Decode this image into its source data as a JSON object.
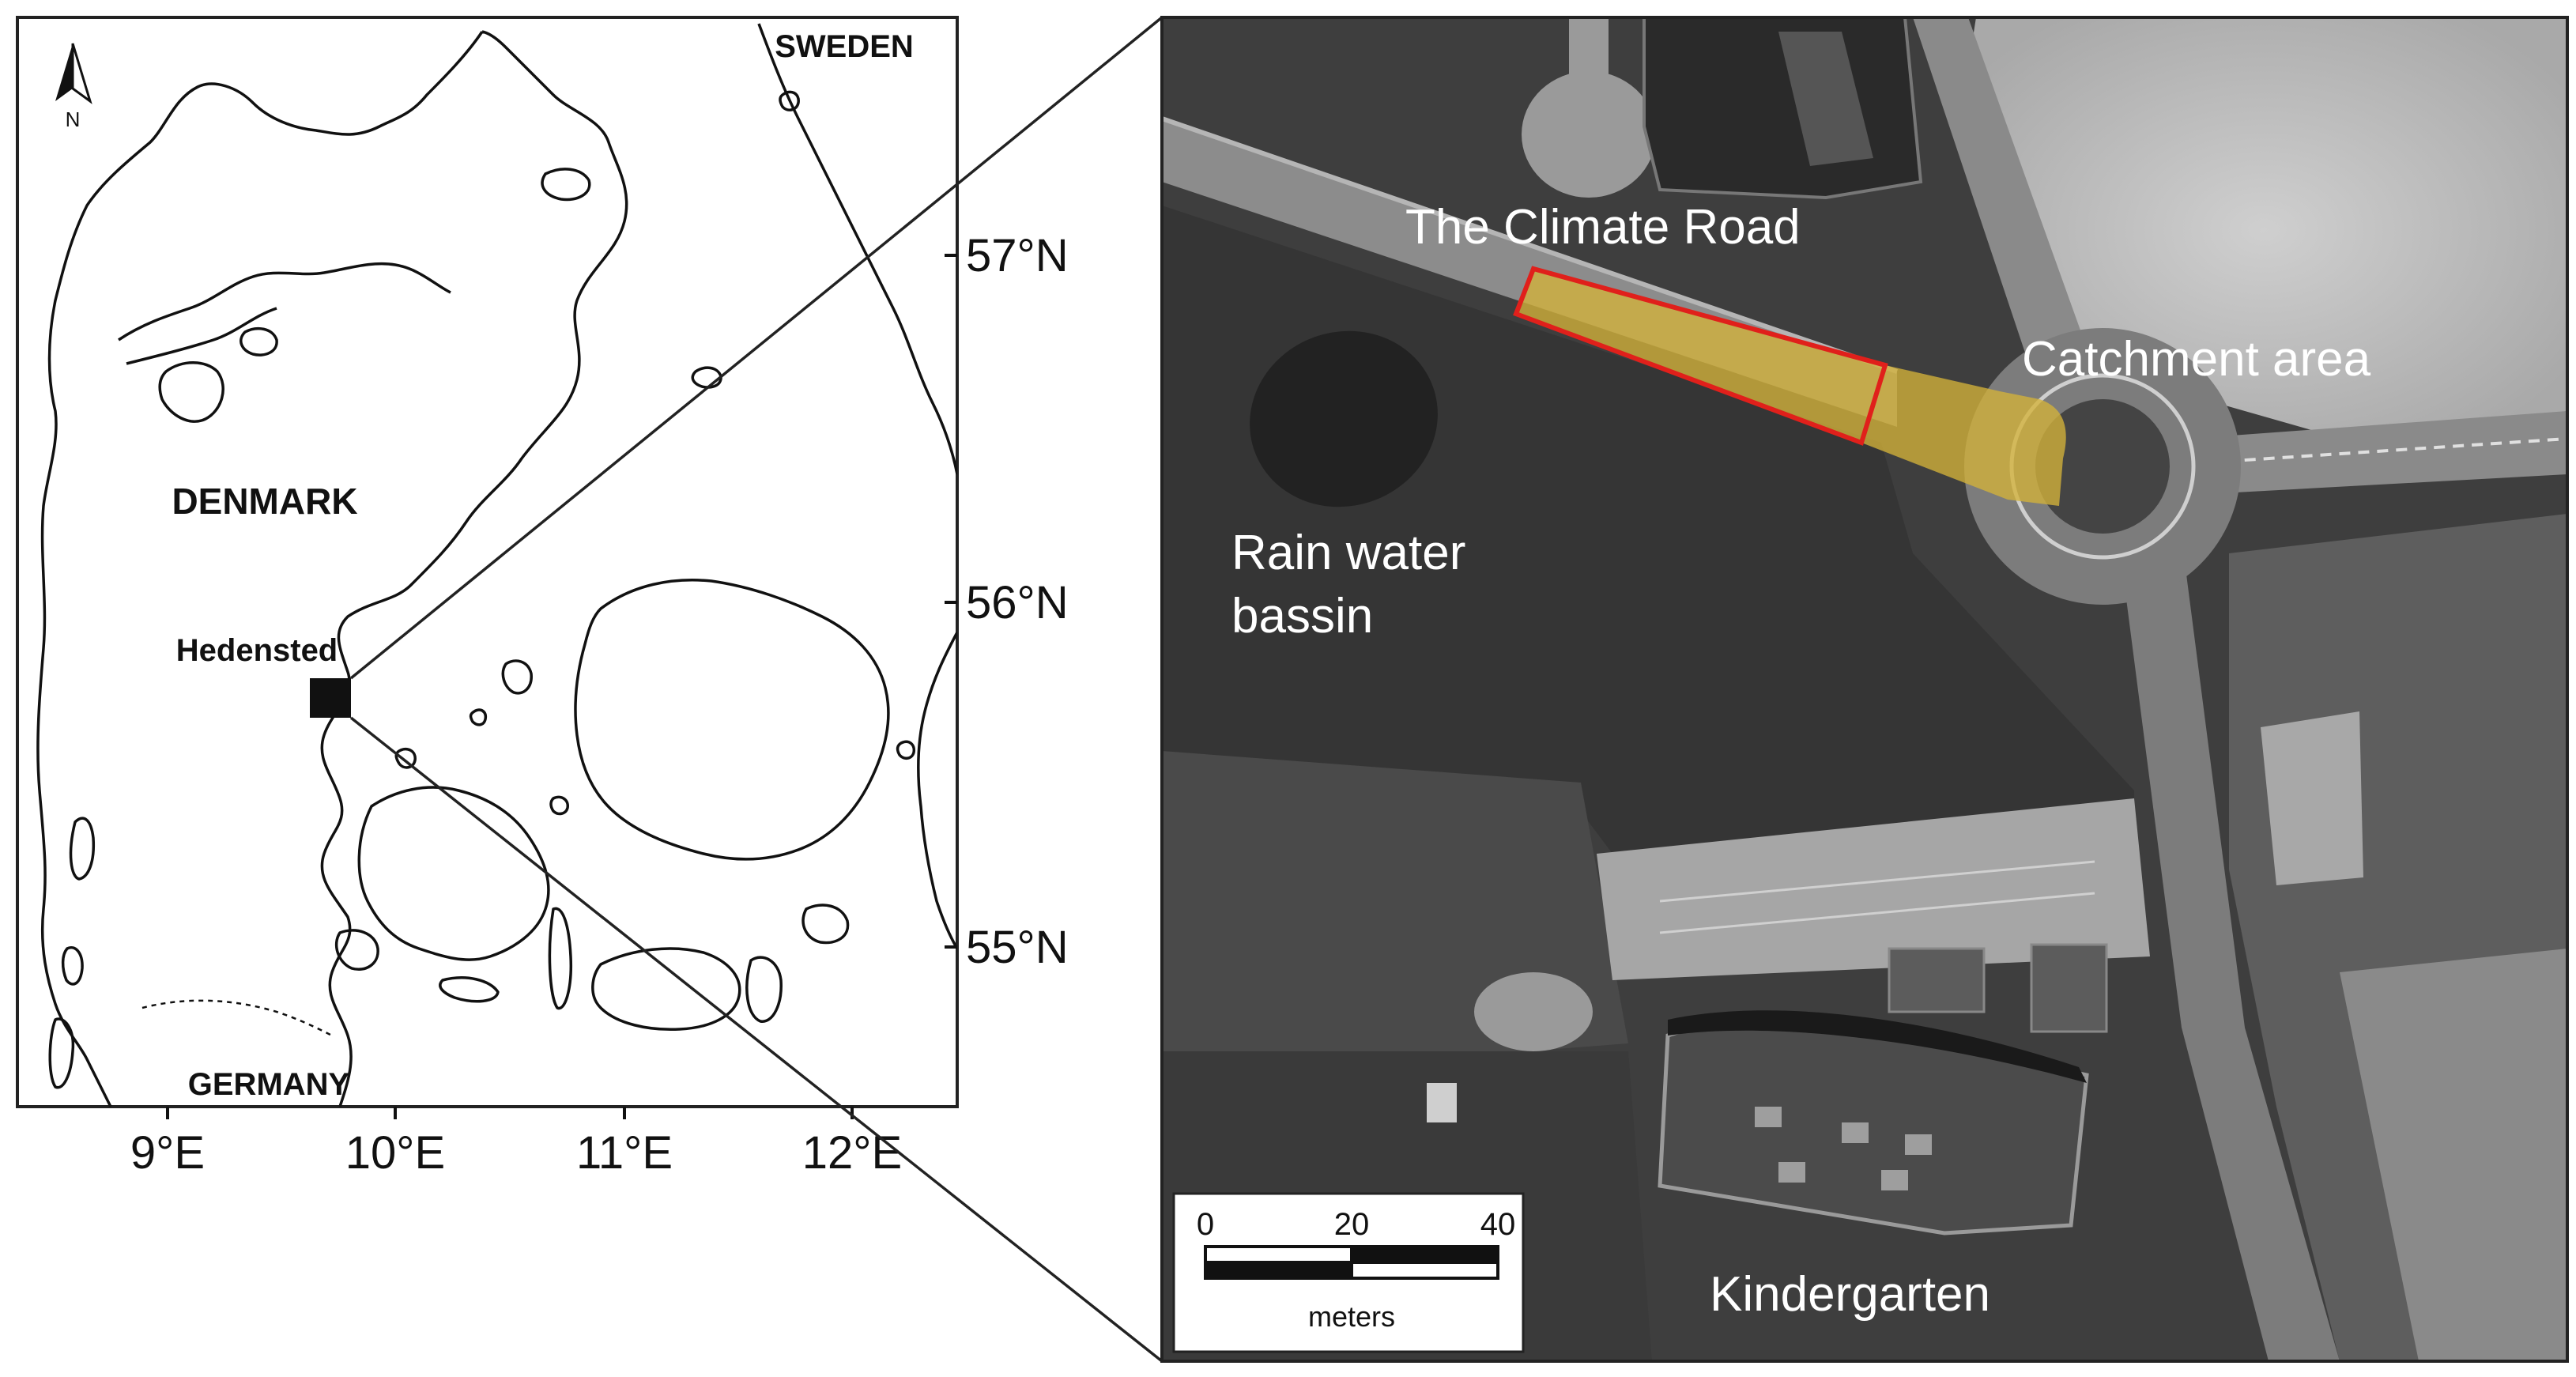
{
  "overview_map": {
    "north_arrow_label": "N",
    "countries": {
      "sweden": "SWEDEN",
      "denmark": "DENMARK",
      "germany": "GERMANY"
    },
    "site_label": "Hedensted",
    "latitude_ticks": [
      "57°N",
      "56°N",
      "55°N"
    ],
    "longitude_ticks": [
      "9°E",
      "10°E",
      "11°E",
      "12°E"
    ]
  },
  "aerial_map": {
    "labels": {
      "climate_road": "The Climate Road",
      "catchment_area": "Catchment area",
      "rain_water_bassin_line1": "Rain water",
      "rain_water_bassin_line2": "bassin",
      "kindergarten": "Kindergarten"
    },
    "scale_bar": {
      "ticks": [
        "0",
        "20",
        "40"
      ],
      "unit": "meters"
    },
    "colors": {
      "road_highlight": "#d4b23a",
      "road_outline": "#e0201b"
    }
  }
}
